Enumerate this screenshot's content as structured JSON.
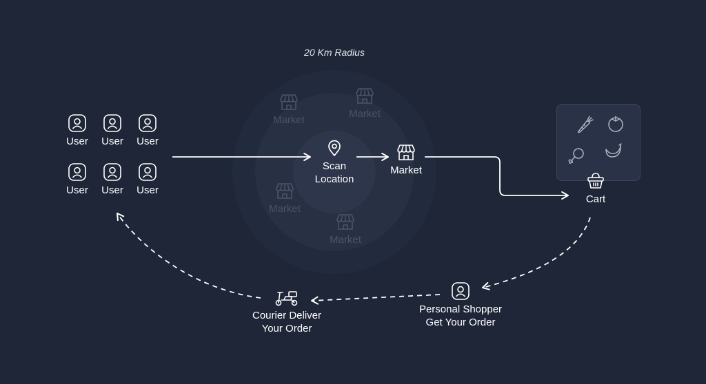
{
  "radius_label": "20 Km Radius",
  "users": [
    "User",
    "User",
    "User",
    "User",
    "User",
    "User"
  ],
  "scan": {
    "line1": "Scan",
    "line2": "Location"
  },
  "market_main": "Market",
  "markets_nearby": [
    "Market",
    "Market",
    "Market",
    "Market"
  ],
  "cart": "Cart",
  "produce_icons": [
    "carrot-icon",
    "tomato-icon",
    "chicken-leg-icon",
    "banana-icon"
  ],
  "shopper": {
    "line1": "Personal Shopper",
    "line2": "Get Your Order"
  },
  "courier": {
    "line1": "Courier Deliver",
    "line2": "Your Order"
  },
  "colors": {
    "background": "#1e2638",
    "foreground": "#ffffff",
    "dim_text": "#4a5468",
    "radius_rings": [
      "#222b3d",
      "#283144",
      "#2d364a"
    ]
  }
}
